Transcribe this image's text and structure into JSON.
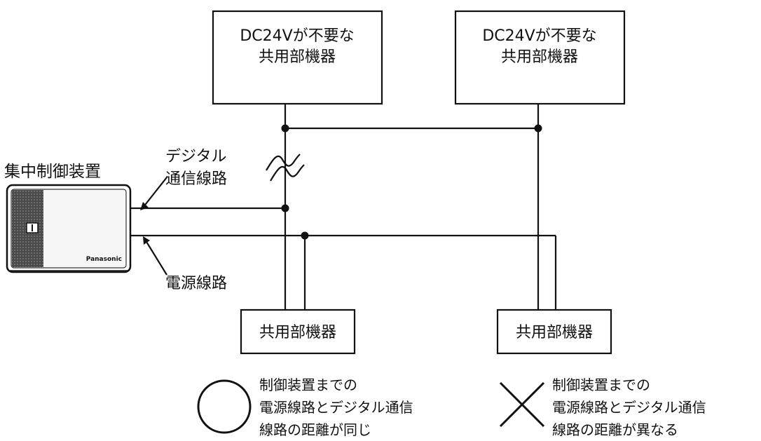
{
  "controller": {
    "title": "集中制御装置",
    "brand": "Panasonic"
  },
  "top_devices": [
    {
      "line1": "DC24Vが不要な",
      "line2": "共用部機器"
    },
    {
      "line1": "DC24Vが不要な",
      "line2": "共用部機器"
    }
  ],
  "bottom_devices": [
    {
      "label": "共用部機器"
    },
    {
      "label": "共用部機器"
    }
  ],
  "lines": {
    "digital_line1": "デジタル",
    "digital_line2": "通信線路",
    "power": "電源線路"
  },
  "verdicts": {
    "good": {
      "symbol": "circle",
      "lines": [
        "制御装置までの",
        "電源線路とデジタル通信",
        "線路の距離が同じ"
      ]
    },
    "bad": {
      "symbol": "cross",
      "lines": [
        "制御装置までの",
        "電源線路とデジタル通信",
        "線路の距離が異なる"
      ]
    }
  },
  "colors": {
    "line": "#111111",
    "panel": "#e8e8e8",
    "background": "#ffffff"
  }
}
